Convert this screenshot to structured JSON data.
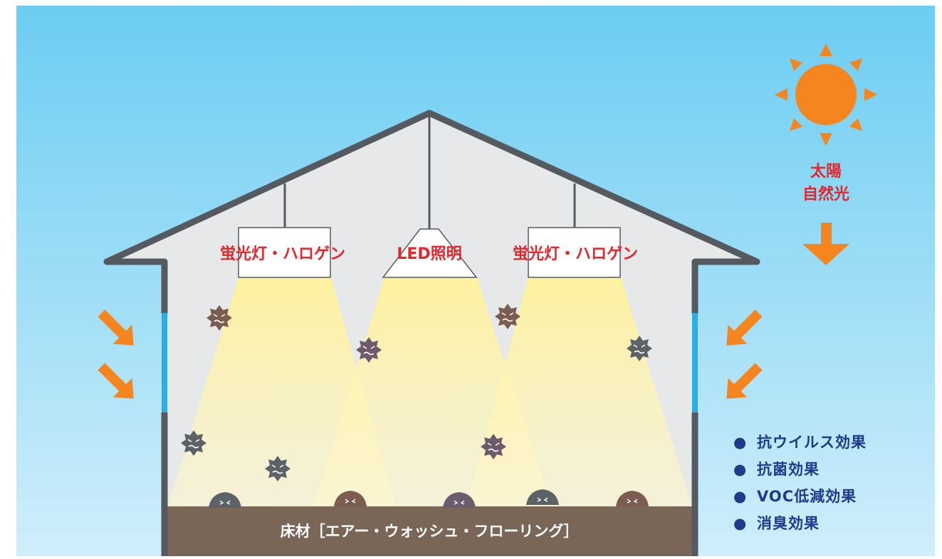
{
  "labels": {
    "fixture_left": "蛍光灯・ハロゲン",
    "fixture_center": "LED照明",
    "fixture_right": "蛍光灯・ハロゲン",
    "sun_line1": "太陽",
    "sun_line2": "自然光",
    "floor": "床材［エアー・ウォッシュ・フローリング］"
  },
  "effects": [
    {
      "bullet": "●",
      "text": "抗ウイルス効果"
    },
    {
      "bullet": "●",
      "text": "抗菌効果"
    },
    {
      "bullet": "●",
      "text": "VOC低減効果"
    },
    {
      "bullet": "●",
      "text": "消臭効果"
    }
  ],
  "colors": {
    "sky_top": "#6ccdf2",
    "sky_bottom": "#cfeefb",
    "house_fill": "#e7e8ea",
    "house_outline": "#555a60",
    "floor": "#7a6656",
    "sun": "#f5861f",
    "arrow": "#f5861f",
    "light_beam": "#fff3a0",
    "window": "#29aee6",
    "label_red": "#e8242b",
    "effects_text": "#1e3a8a",
    "germ_brown": "#7a5c50",
    "germ_purple": "#6d5a6c",
    "germ_gray": "#5c6266"
  },
  "icons": {
    "sun": "sun-icon",
    "arrow": "arrow-icon",
    "germ": "germ-icon"
  }
}
